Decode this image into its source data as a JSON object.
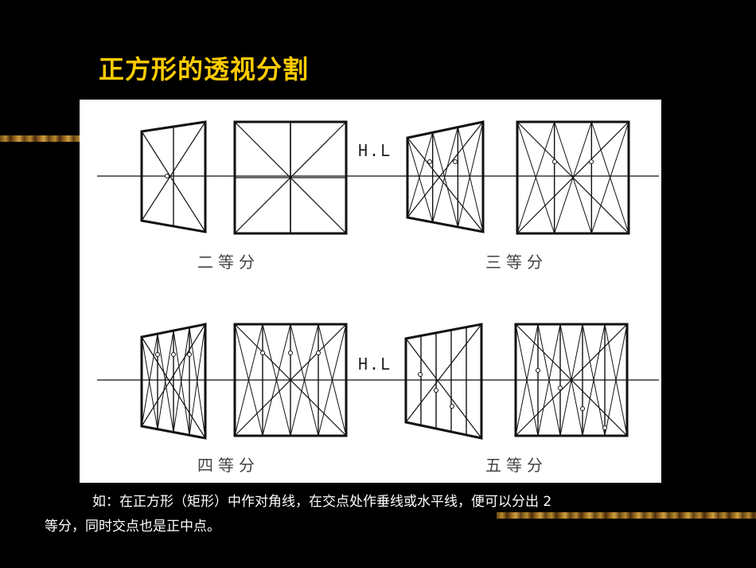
{
  "slide": {
    "title": "正方形的透视分割",
    "accent_color": "#ffcc00",
    "background": "#000000"
  },
  "figure": {
    "horizon_label_top": "H.L",
    "horizon_label_bottom": "H.L",
    "labels": {
      "two": "二等分",
      "three": "三等分",
      "four": "四等分",
      "five": "五等分"
    }
  },
  "caption": {
    "line1": "如：在正方形（矩形）中作对角线，在交点处作垂线或水平线，便可以分出 2",
    "line2": "等分，同时交点也是正中点。"
  }
}
